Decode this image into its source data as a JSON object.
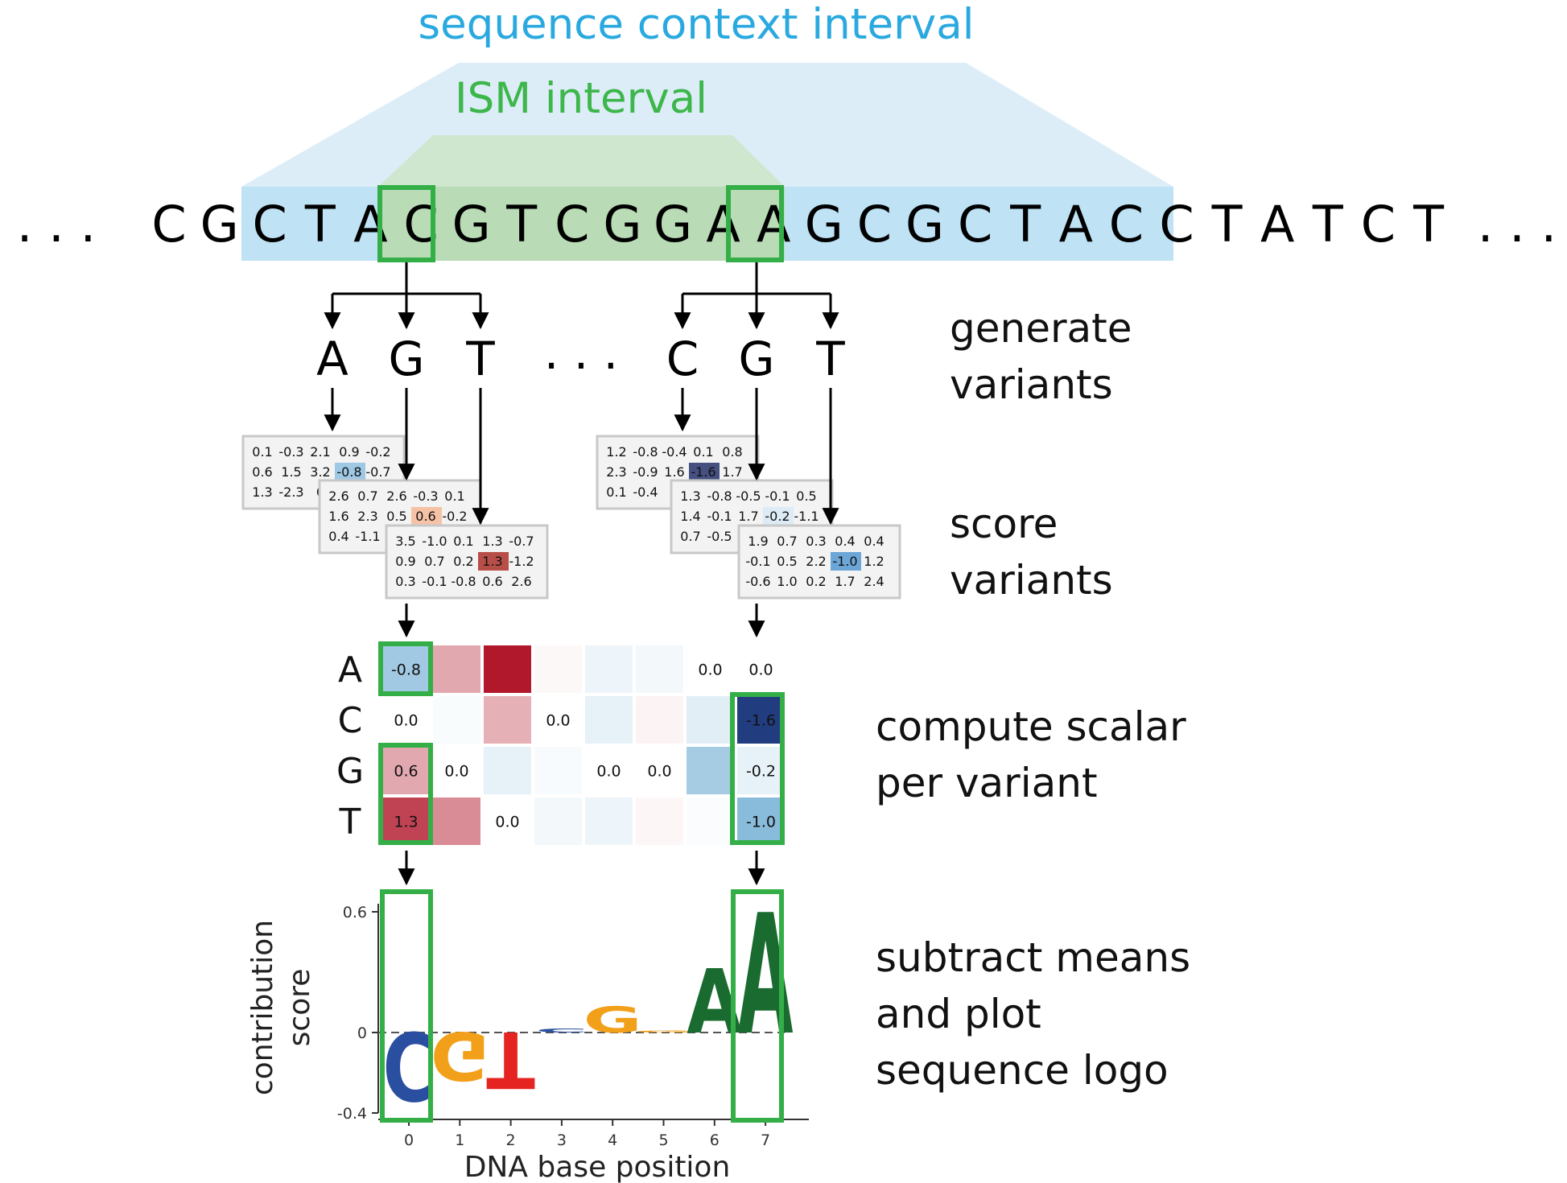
{
  "title_context": "sequence context interval",
  "title_ism": "ISM interval",
  "colors": {
    "context_blue": "#29a9df",
    "context_fill": "#bfe2f4",
    "ism_green": "#3db64a",
    "ism_fill": "#b9dcb6",
    "box_green": "#34ae47",
    "logo_A": "#1a6b30",
    "logo_C": "#2b4fa0",
    "logo_G": "#f2a01a",
    "logo_T": "#e52421"
  },
  "sequence": {
    "dots_left": ". . .",
    "dots_right": ". . .",
    "bases": [
      "C",
      "G",
      "C",
      "T",
      "A",
      "C",
      "G",
      "T",
      "C",
      "G",
      "G",
      "A",
      "A",
      "G",
      "C",
      "G",
      "C",
      "T",
      "A",
      "C",
      "C",
      "T",
      "A",
      "T",
      "C",
      "T"
    ]
  },
  "variants": {
    "left": [
      "A",
      "G",
      "T"
    ],
    "dots": ". . .",
    "right": [
      "C",
      "G",
      "T"
    ]
  },
  "steps": {
    "generate": [
      "generate",
      "variants"
    ],
    "score": [
      "score",
      "variants"
    ],
    "compute": [
      "compute scalar",
      "per variant"
    ],
    "subtract": [
      "subtract means",
      "and plot",
      "sequence logo"
    ]
  },
  "score_grids": [
    {
      "rows": [
        [
          "0.1",
          "-0.3",
          "2.1",
          "0.9",
          "-0.2"
        ],
        [
          "0.6",
          "1.5",
          "3.2",
          "-0.8",
          "-0.7"
        ],
        [
          "1.3",
          "-2.3",
          "0",
          "",
          ""
        ]
      ],
      "highlight": {
        "row": 1,
        "col": 3,
        "color": "#9ec8e4"
      }
    },
    {
      "rows": [
        [
          "2.6",
          "0.7",
          "2.6",
          "-0.3",
          "0.1"
        ],
        [
          "1.6",
          "2.3",
          "0.5",
          "0.6",
          "-0.2"
        ],
        [
          "0.4",
          "-1.1",
          "",
          "",
          ""
        ]
      ],
      "highlight": {
        "row": 1,
        "col": 3,
        "color": "#f6c2a6"
      }
    },
    {
      "rows": [
        [
          "3.5",
          "-1.0",
          "0.1",
          "1.3",
          "-0.7"
        ],
        [
          "0.9",
          "0.7",
          "0.2",
          "1.3",
          "-1.2"
        ],
        [
          "0.3",
          "-0.1",
          "-0.8",
          "0.6",
          "2.6"
        ]
      ],
      "highlight": {
        "row": 1,
        "col": 3,
        "color": "#b84e48"
      }
    },
    {
      "rows": [
        [
          "1.2",
          "-0.8",
          "-0.4",
          "0.1",
          "0.8"
        ],
        [
          "2.3",
          "-0.9",
          "1.6",
          "-1.6",
          "1.7"
        ],
        [
          "0.1",
          "-0.4",
          "-",
          "",
          ""
        ]
      ],
      "highlight": {
        "row": 1,
        "col": 3,
        "color": "#454f80"
      }
    },
    {
      "rows": [
        [
          "1.3",
          "-0.8",
          "-0.5",
          "-0.1",
          "0.5"
        ],
        [
          "1.4",
          "-0.1",
          "1.7",
          "-0.2",
          "-1.1"
        ],
        [
          "0.7",
          "-0.5",
          "",
          "",
          ""
        ]
      ],
      "highlight": {
        "row": 1,
        "col": 3,
        "color": "#dcebf5"
      }
    },
    {
      "rows": [
        [
          "1.9",
          "0.7",
          "0.3",
          "0.4",
          "0.4"
        ],
        [
          "-0.1",
          "0.5",
          "2.2",
          "-1.0",
          "1.2"
        ],
        [
          "-0.6",
          "1.0",
          "0.2",
          "1.7",
          "2.4"
        ]
      ],
      "highlight": {
        "row": 1,
        "col": 3,
        "color": "#6ba6d6"
      }
    }
  ],
  "heatmap": {
    "row_labels": [
      "A",
      "C",
      "G",
      "T"
    ],
    "cells": [
      [
        {
          "v": -0.8,
          "t": "-0.8"
        },
        {
          "v": 0.6,
          "t": ""
        },
        {
          "v": 1.6,
          "t": ""
        },
        {
          "v": 0.05,
          "t": ""
        },
        {
          "v": -0.15,
          "t": ""
        },
        {
          "v": -0.1,
          "t": ""
        },
        {
          "v": 0,
          "t": "0.0"
        },
        {
          "v": 0,
          "t": "0.0"
        }
      ],
      [
        {
          "v": 0,
          "t": "0.0"
        },
        {
          "v": -0.05,
          "t": ""
        },
        {
          "v": 0.55,
          "t": ""
        },
        {
          "v": 0,
          "t": "0.0"
        },
        {
          "v": -0.2,
          "t": ""
        },
        {
          "v": 0.08,
          "t": ""
        },
        {
          "v": -0.25,
          "t": ""
        },
        {
          "v": -1.6,
          "t": "-1.6"
        }
      ],
      [
        {
          "v": 0.6,
          "t": "0.6"
        },
        {
          "v": 0,
          "t": "0.0"
        },
        {
          "v": -0.2,
          "t": ""
        },
        {
          "v": -0.06,
          "t": ""
        },
        {
          "v": 0,
          "t": "0.0"
        },
        {
          "v": 0,
          "t": "0.0"
        },
        {
          "v": -0.75,
          "t": ""
        },
        {
          "v": -0.2,
          "t": "-0.2"
        }
      ],
      [
        {
          "v": 1.3,
          "t": "1.3"
        },
        {
          "v": 0.8,
          "t": ""
        },
        {
          "v": 0,
          "t": "0.0"
        },
        {
          "v": -0.1,
          "t": ""
        },
        {
          "v": -0.15,
          "t": ""
        },
        {
          "v": 0.06,
          "t": ""
        },
        {
          "v": -0.04,
          "t": ""
        },
        {
          "v": -1.0,
          "t": "-1.0"
        }
      ]
    ]
  },
  "chart_data": {
    "type": "sequence-logo",
    "xlabel": "DNA base position",
    "ylabel": [
      "contribution",
      "score"
    ],
    "x_ticks": [
      "0",
      "1",
      "2",
      "3",
      "4",
      "5",
      "6",
      "7"
    ],
    "y_ticks": [
      {
        "v": 0.6,
        "t": "0.6"
      },
      {
        "v": 0,
        "t": "0"
      },
      {
        "v": -0.4,
        "t": "-0.4"
      }
    ],
    "ylim": [
      -0.4,
      0.6
    ],
    "letters": [
      {
        "pos": 0,
        "base": "C",
        "value": -0.34
      },
      {
        "pos": 1,
        "base": "G",
        "value": -0.24
      },
      {
        "pos": 2,
        "base": "T",
        "value": -0.28
      },
      {
        "pos": 3,
        "base": "C",
        "value": 0.02
      },
      {
        "pos": 4,
        "base": "G",
        "value": 0.13
      },
      {
        "pos": 5,
        "base": "G",
        "value": 0.01
      },
      {
        "pos": 6,
        "base": "A",
        "value": 0.32
      },
      {
        "pos": 7,
        "base": "A",
        "value": 0.6
      }
    ]
  }
}
